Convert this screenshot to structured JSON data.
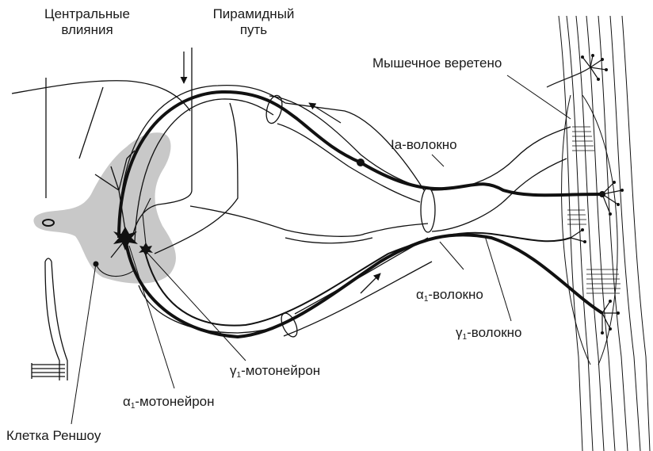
{
  "labels": {
    "central": "Центральные влияния",
    "central_line1": "Центральные",
    "central_line2": "влияния",
    "pyramidal_line1": "Пирамидный",
    "pyramidal_line2": "путь",
    "spindle": "Мышечное веретено",
    "ia_fiber": "Ia-волокно",
    "alpha_fiber_greek": "α",
    "alpha_fiber_sub": "1",
    "alpha_fiber_text": "-волокно",
    "gamma_fiber_greek": "γ",
    "gamma_fiber_sub": "1",
    "gamma_fiber_text": "-волокно",
    "gamma_mn_greek": "γ",
    "gamma_mn_sub": "1",
    "gamma_mn_text": "-мотонейрон",
    "alpha_mn_greek": "α",
    "alpha_mn_sub": "1",
    "alpha_mn_text": "-мотонейрон",
    "renshaw": "Клетка Реншоу"
  },
  "colors": {
    "ink": "#111111",
    "gray_matter": "#c8c8c8",
    "background": "#ffffff"
  }
}
